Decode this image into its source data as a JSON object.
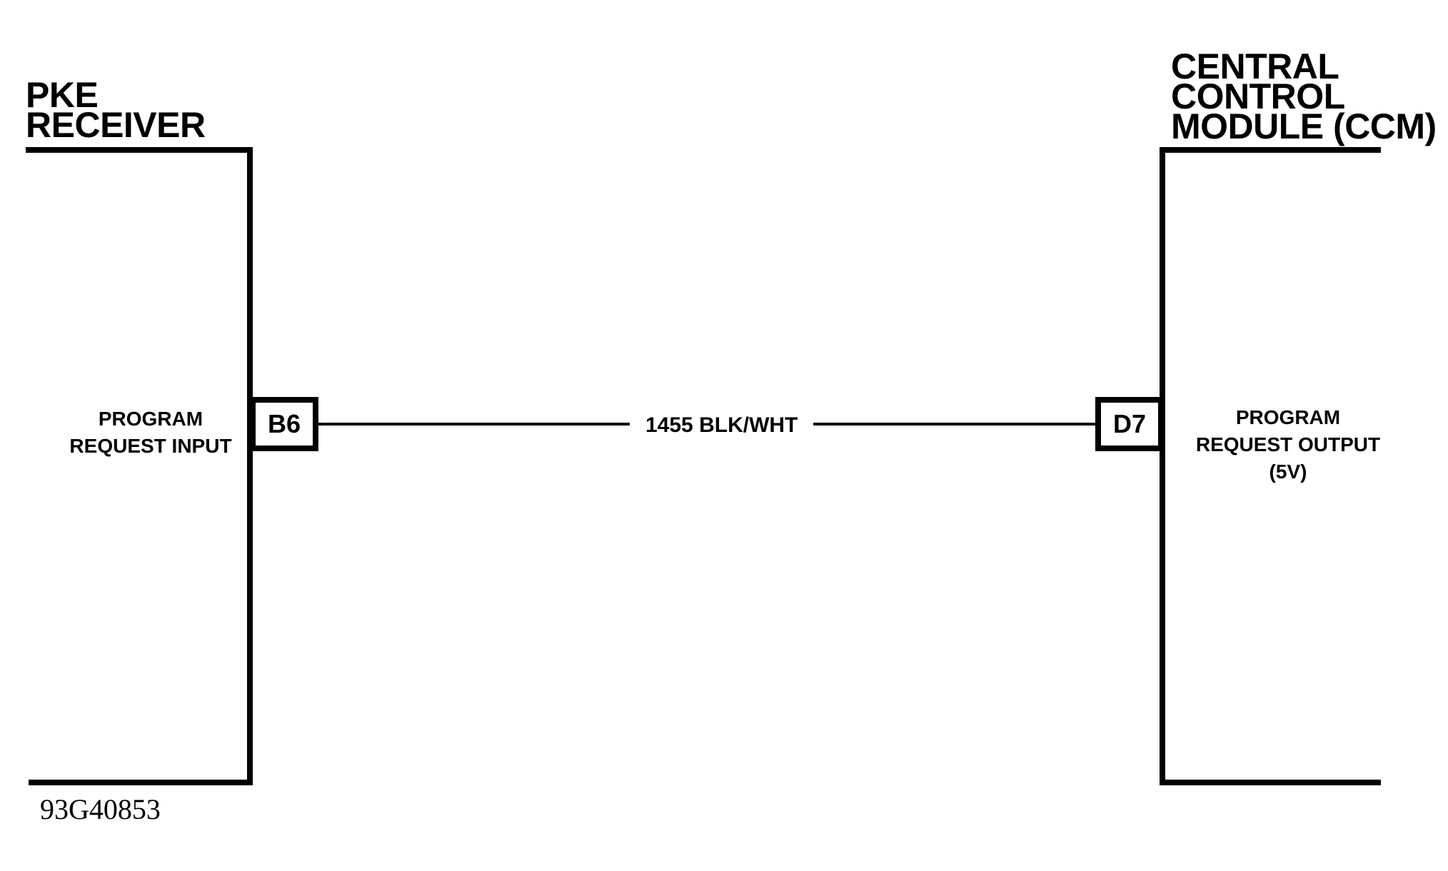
{
  "left_component": {
    "title": "PKE\nRECEIVER",
    "terminal_label": "PROGRAM\nREQUEST INPUT",
    "pin": "B6"
  },
  "right_component": {
    "title": "CENTRAL\nCONTROL\nMODULE (CCM)",
    "terminal_label": "PROGRAM\nREQUEST OUTPUT\n(5V)",
    "pin": "D7"
  },
  "wire": {
    "label": "1455 BLK/WHT"
  },
  "figure_id": "93G40853"
}
